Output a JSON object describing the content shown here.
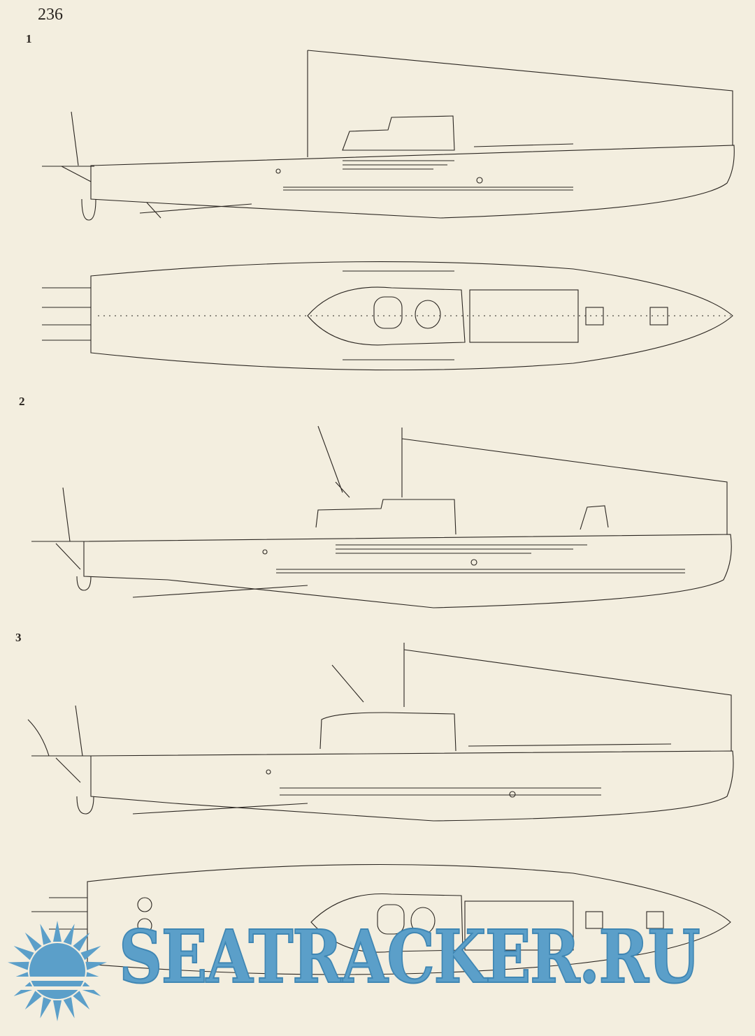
{
  "page": {
    "number": "236"
  },
  "figures": [
    {
      "label": "1"
    },
    {
      "label": "2"
    },
    {
      "label": "3"
    }
  ],
  "watermark": {
    "text": "SEATRACKER.RU",
    "icon": "sun-logo-icon",
    "color": "#5b9fc9"
  },
  "colors": {
    "paper": "#f3eedf",
    "ink": "#2a2520"
  }
}
